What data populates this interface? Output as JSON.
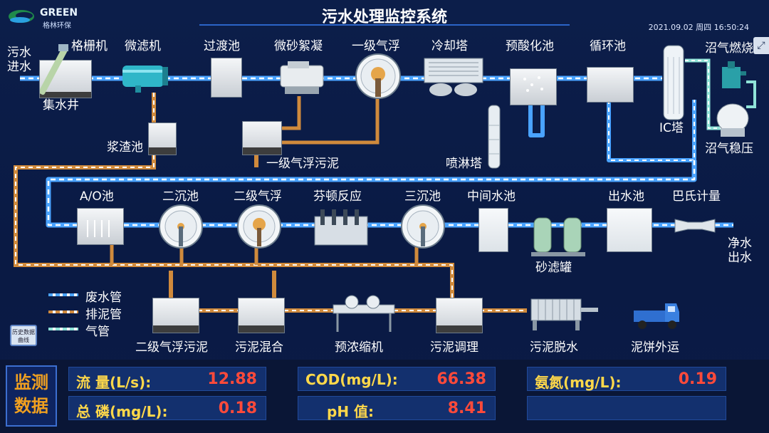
{
  "header": {
    "title": "污水处理监控系统",
    "datetime": "2021.09.02 周四 16:50:24",
    "logo_text": "GREEN",
    "logo_subtext": "格林环保"
  },
  "process": {
    "inlet_line1": "污水",
    "inlet_line2": "进水",
    "grille": "格栅机",
    "collect_well": "集水井",
    "micro_filter": "微滤机",
    "transition_pool": "过渡池",
    "microsand": "微砂絮凝",
    "float1": "一级气浮",
    "cooling_tower": "冷却塔",
    "preacid_pool": "预酸化池",
    "circulation_pool": "循环池",
    "biogas_burner": "沼气燃烧",
    "slurry_pool": "浆渣池",
    "float1_sludge": "一级气浮污泥",
    "spray_tower": "喷淋塔",
    "ic_tower": "IC塔",
    "biogas_stabilize": "沼气稳压",
    "ao_pool": "A/O池",
    "sed2": "二沉池",
    "float2": "二级气浮",
    "fenton": "芬顿反应",
    "sed3": "三沉池",
    "middle_pool": "中间水池",
    "outlet_pool": "出水池",
    "parshall": "巴氏计量",
    "sand_filter": "砂滤罐",
    "clean_line1": "净水",
    "clean_line2": "出水",
    "float2_sludge": "二级气浮污泥",
    "sludge_mix": "污泥混合",
    "thickener": "预浓缩机",
    "sludge_condition": "污泥调理",
    "sludge_dewater": "污泥脱水",
    "cake_transport": "泥饼外运"
  },
  "legend": {
    "waste_pipe": "废水管",
    "sludge_pipe": "排泥管",
    "gas_pipe": "气管"
  },
  "buttons": {
    "history_curve": "历史数据曲线"
  },
  "monitor": {
    "title_line1": "监测",
    "title_line2": "数据",
    "items": [
      {
        "name": "流  量(L/s):",
        "value": "12.88"
      },
      {
        "name": "COD(mg/L):",
        "value": "66.38"
      },
      {
        "name": "氨氮(mg/L):",
        "value": "0.19"
      },
      {
        "name": "总 磷(mg/L):",
        "value": "0.18"
      },
      {
        "name": "pH 值:",
        "value": "8.41"
      },
      {
        "name": "",
        "value": ""
      }
    ]
  },
  "colors": {
    "waste_pipe": "#4aa3ff",
    "sludge_pipe": "#d08a3c",
    "gas_pipe": "#8fe3d8",
    "value_red": "#ff4a3a",
    "label_yellow": "#ffd84a"
  }
}
